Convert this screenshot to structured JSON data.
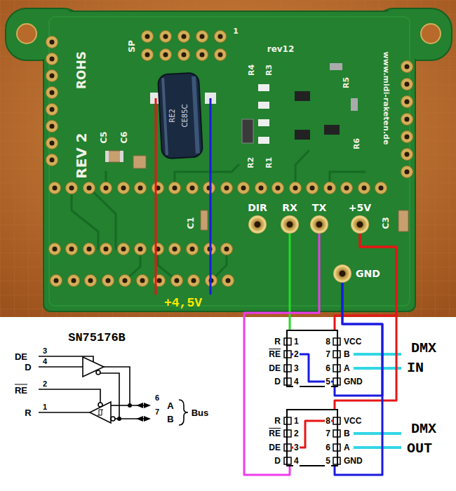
{
  "diagram": {
    "nodes": [
      {
        "text": [
          "DIR"
        ]
      },
      {
        "text": [
          "RX"
        ]
      },
      {
        "text": [
          "TX"
        ]
      },
      {
        "text": [
          "+5V"
        ]
      },
      {
        "text": [
          "GND"
        ]
      },
      {
        "text": [
          "R",
          "1",
          "8",
          "VCC",
          "RE",
          "2",
          "7",
          "B",
          "DE",
          "3",
          "6",
          "A",
          "D",
          "4",
          "5",
          "GND"
        ]
      },
      {
        "text": [
          "R",
          "1",
          "8",
          "VCC",
          "RE",
          "2",
          "7",
          "B",
          "DE",
          "3",
          "6",
          "A",
          "D",
          "4",
          "5",
          "GND"
        ]
      }
    ],
    "edges": [
      {
        "from": 1,
        "to": 5,
        "arrow": "none"
      },
      {
        "from": 2,
        "to": 6,
        "arrow": "none"
      },
      {
        "from": 3,
        "to": 5,
        "arrow": "none"
      },
      {
        "from": 3,
        "to": 6,
        "arrow": "none"
      },
      {
        "from": 4,
        "to": 5,
        "arrow": "none"
      },
      {
        "from": 4,
        "to": 6,
        "arrow": "none"
      }
    ],
    "labels": [
      "ROHS",
      "REV 2",
      "SP",
      "1",
      "rev12",
      "R4",
      "R3",
      "R2",
      "R1",
      "R5",
      "R6",
      "www.midi-raketen.de",
      "C5",
      "C6",
      "C1",
      "C3",
      "RE2",
      "CE85C",
      "+4,5V",
      "SN75176B",
      "DE",
      "3",
      "D",
      "4",
      "RE",
      "2",
      "R",
      "1",
      "6",
      "A",
      "7",
      "B",
      "Bus",
      "DMX",
      "IN",
      "DMX",
      "OUT"
    ]
  }
}
